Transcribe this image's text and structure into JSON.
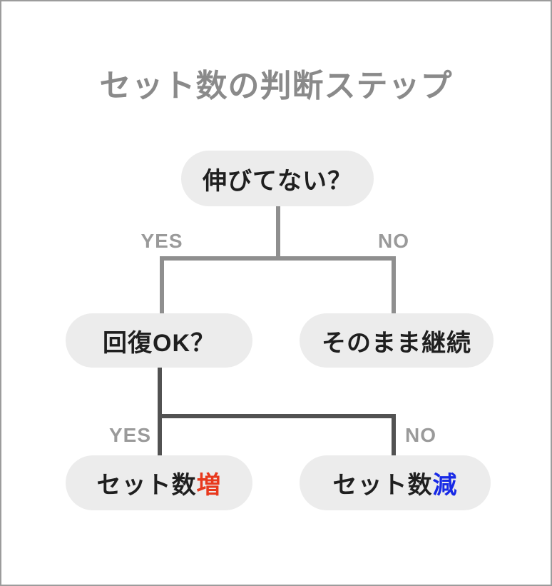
{
  "title": "セット数の判断ステップ",
  "flowchart": {
    "nodes": {
      "root": {
        "label": "伸びてない？"
      },
      "recovery": {
        "label": "回復OK？"
      },
      "continue": {
        "label": "そのまま継続"
      },
      "increase": {
        "prefix": "セット数",
        "accent": "増"
      },
      "decrease": {
        "prefix": "セット数",
        "accent": "減"
      }
    },
    "edges": {
      "level1": {
        "yes": "YES",
        "no": "NO"
      },
      "level2": {
        "yes": "YES",
        "no": "NO"
      }
    },
    "colors": {
      "increase_accent": "#e8391d",
      "decrease_accent": "#1729e6",
      "line_level1": "#8f8f8f",
      "line_level2": "#525252",
      "node_background": "#ececec",
      "node_text": "#1f1f1f",
      "edge_label": "#9a9a9a",
      "title_text": "#8a8a8a",
      "canvas_border": "#9c9c9c",
      "canvas_background": "#ffffff"
    }
  }
}
